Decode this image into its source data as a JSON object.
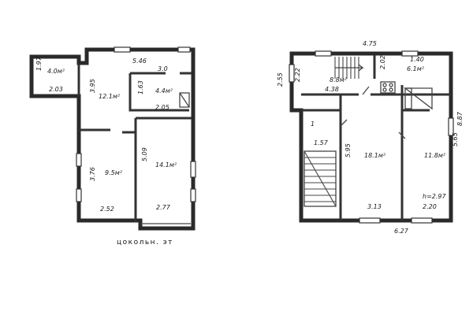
{
  "left_plan": {
    "caption": "цокольн. эт",
    "rooms": [
      {
        "id": "room-small",
        "area": "4.0м²"
      },
      {
        "id": "room-hall",
        "area": "12.1м²"
      },
      {
        "id": "room-bath",
        "area": "4.4м²"
      },
      {
        "id": "room-large-left",
        "area": "9.5м²"
      },
      {
        "id": "room-large-right",
        "area": "14.1м²"
      }
    ],
    "dims": [
      "1.97",
      "2.03",
      "3.95",
      "5.46",
      "3.0",
      "1.63",
      "2.05",
      "5.09",
      "3.76",
      "2.52",
      "2.77"
    ]
  },
  "right_plan": {
    "rooms": [
      {
        "id": "room-entry",
        "area": "8.8м²"
      },
      {
        "id": "room-kitchen",
        "area": "6.1м²"
      },
      {
        "id": "room-living",
        "area": "18.1м²"
      },
      {
        "id": "room-bedroom",
        "area": "11.8м²"
      }
    ],
    "dims": [
      "4.75",
      "2.55",
      "2.22",
      "2.02",
      "1.40",
      "4.38",
      "8.87",
      "1.57",
      "5.95",
      "5.65",
      "3.13",
      "2.20",
      "h=2.97",
      "6.27"
    ],
    "stair_mark": "1"
  }
}
